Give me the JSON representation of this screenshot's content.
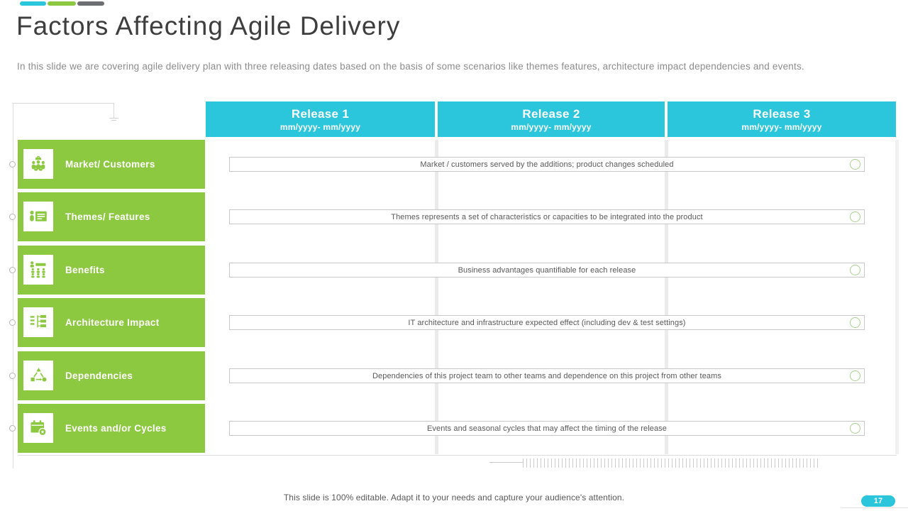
{
  "slide": {
    "title": "Factors Affecting Agile Delivery",
    "subtitle": "In this slide we are covering agile delivery plan with three releasing dates based on the basis of some scenarios like themes features, architecture impact dependencies and events.",
    "footer": "This slide is 100% editable. Adapt it to your needs and capture your audience's attention.",
    "page_number": "17"
  },
  "table": {
    "columns": [
      {
        "title": "Release 1",
        "dates": "mm/yyyy- mm/yyyy"
      },
      {
        "title": "Release 2",
        "dates": "mm/yyyy- mm/yyyy"
      },
      {
        "title": "Release 3",
        "dates": "mm/yyyy- mm/yyyy"
      }
    ],
    "rows": [
      {
        "label": "Market/ Customers",
        "icon": "market-customers-icon",
        "description": "Market / customers served by the additions; product changes scheduled"
      },
      {
        "label": "Themes/ Features",
        "icon": "themes-features-icon",
        "description": "Themes represents a set of characteristics or capacities to be integrated into the product"
      },
      {
        "label": "Benefits",
        "icon": "benefits-icon",
        "description": "Business advantages quantifiable for each release"
      },
      {
        "label": "Architecture Impact",
        "icon": "architecture-impact-icon",
        "description": "IT architecture and infrastructure expected effect (including dev & test settings)"
      },
      {
        "label": "Dependencies",
        "icon": "dependencies-icon",
        "description": "Dependencies of this project team to other teams and dependence on this project from other teams"
      },
      {
        "label": "Events and/or Cycles",
        "icon": "events-cycles-icon",
        "description": "Events and seasonal cycles that may affect the timing of the release"
      }
    ]
  },
  "colors": {
    "cyan": "#2bc5dc",
    "green": "#8dc841",
    "gray_bar": "#6d6e71",
    "band": "#ebebeb"
  }
}
